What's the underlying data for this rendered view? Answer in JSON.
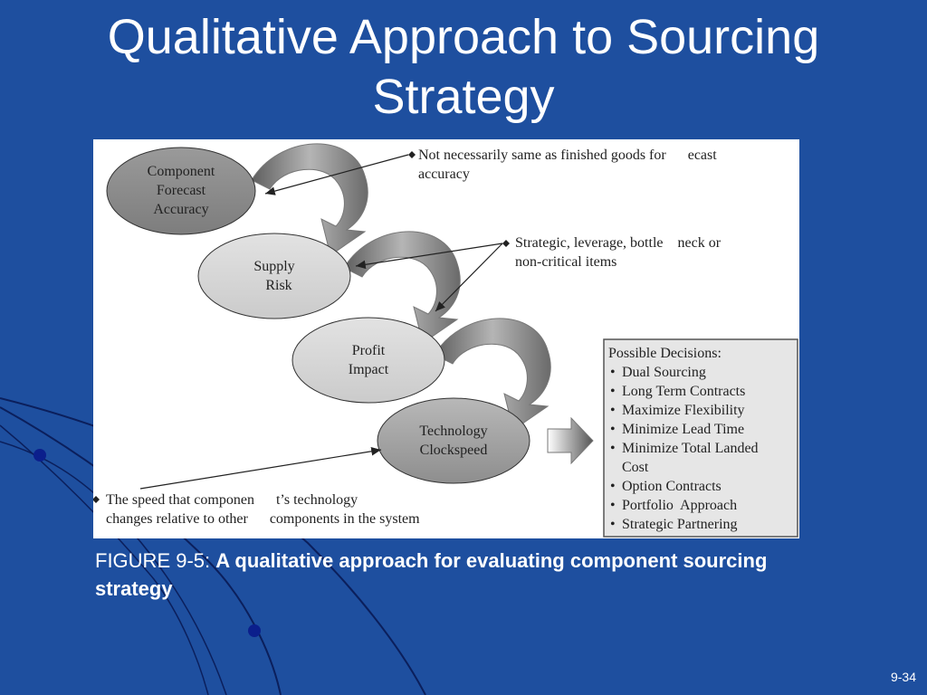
{
  "slide": {
    "title_line1": "Qualitative Approach to Sourcing",
    "title_line2": "Strategy",
    "page_number": "9-34"
  },
  "figure": {
    "ellipses": [
      {
        "line1": "Component",
        "line2": "Forecast",
        "line3": "Accuracy"
      },
      {
        "line1": "Supply",
        "line2": "Risk"
      },
      {
        "line1": "Profit",
        "line2": "Impact"
      },
      {
        "line1": "Technology",
        "line2": "Clockspeed"
      }
    ],
    "notes": {
      "forecast_line1": "Not necessarily same as finished goods for      ecast",
      "forecast_line2": "accuracy",
      "strategic_line1": "Strategic, leverage, bottle    neck or",
      "strategic_line2": "non-critical items",
      "speed_line1": "The speed that componen      t’s technology",
      "speed_line2": "changes relative to other      components in the system"
    },
    "decisions": {
      "heading": "Possible Decisions:",
      "items": [
        "Dual Sourcing",
        "Long Term Contracts",
        "Maximize Flexibility",
        "Minimize Lead Time",
        "Minimize Total Landed",
        "Cost",
        "Option Contracts",
        "Portfolio  Approach",
        "Strategic Partnering"
      ]
    },
    "colors": {
      "ellipse_dark": "#8c8c8c",
      "ellipse_light": "#d4d4d4",
      "decision_box": "#e6e6e6"
    }
  },
  "caption": {
    "label": "FIGURE 9-5: ",
    "text": "A qualitative approach for evaluating component sourcing strategy"
  }
}
